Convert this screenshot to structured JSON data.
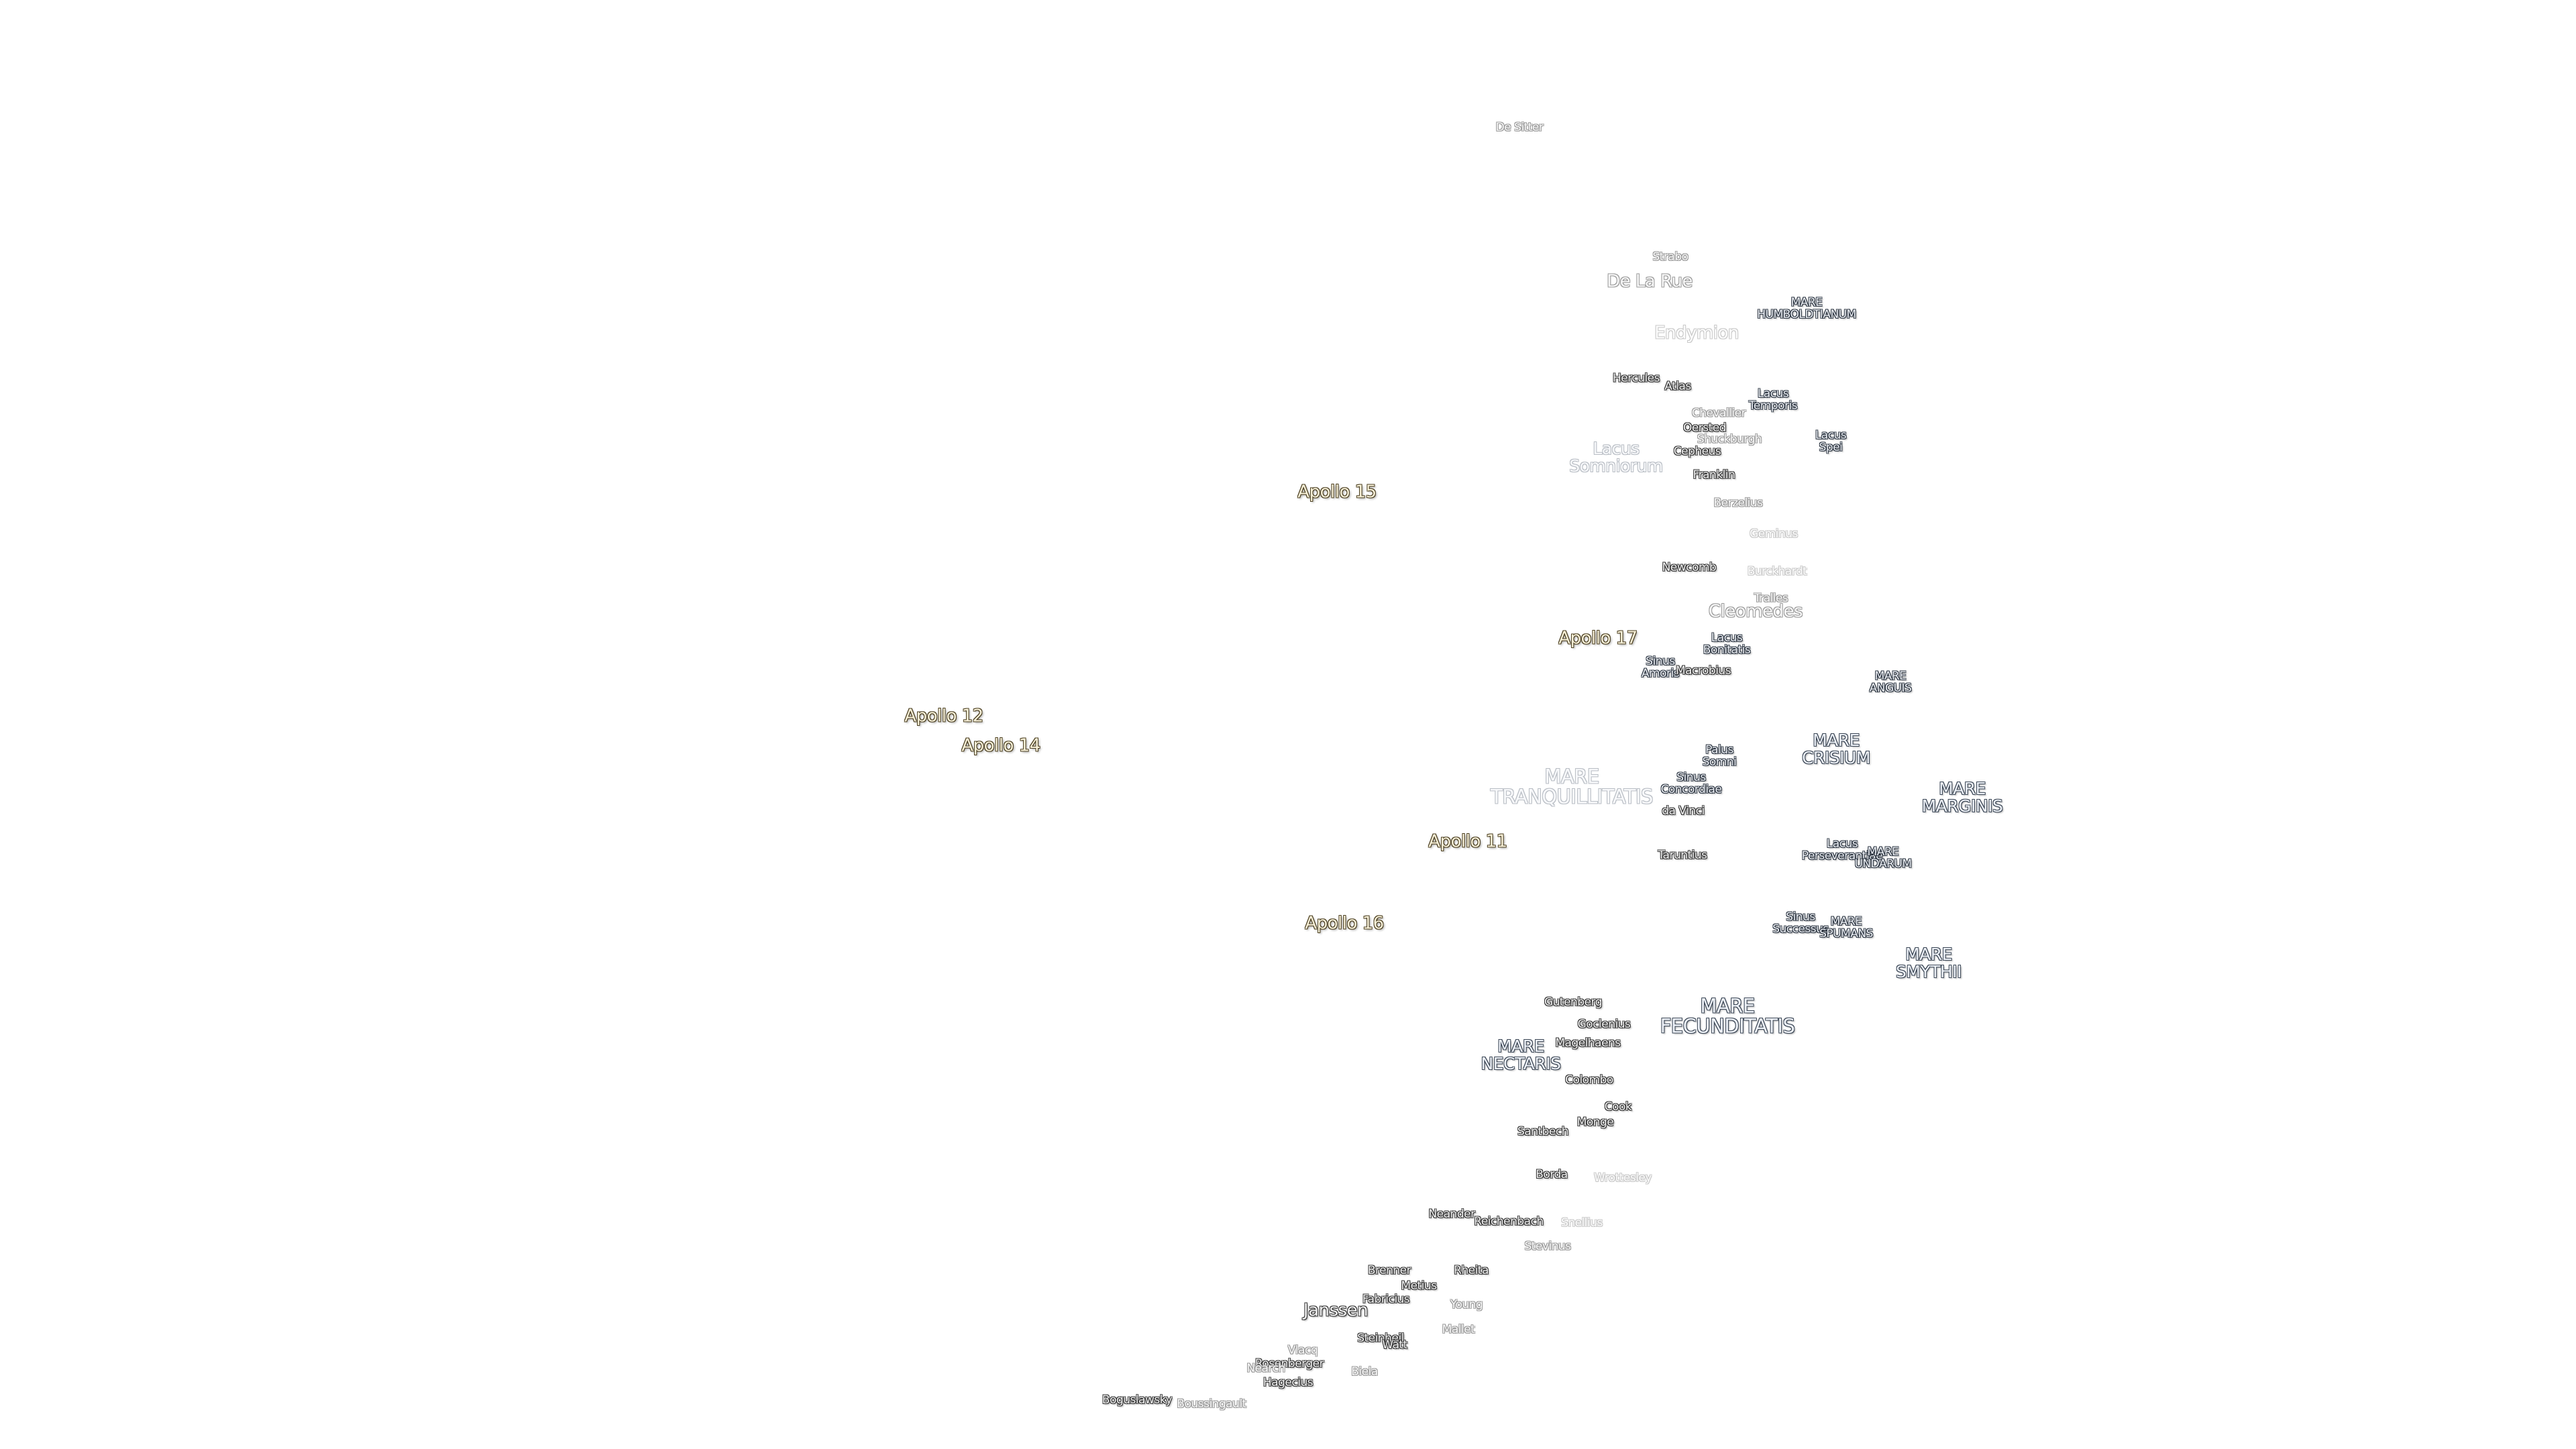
{
  "labels": [
    {
      "text": "De Sitter",
      "kind": "crater",
      "tone": "faint"
    },
    {
      "text": "Strabo",
      "kind": "crater",
      "tone": "faint"
    },
    {
      "text": "De La Rue",
      "kind": "crater",
      "tone": "faint",
      "size": "big"
    },
    {
      "text": "MARE\nHUMBOLDTIANUM",
      "kind": "sea",
      "tone": "normal"
    },
    {
      "text": "Endymion",
      "kind": "crater",
      "tone": "faintest",
      "size": "big"
    },
    {
      "text": "Hercules",
      "kind": "crater",
      "tone": "normal"
    },
    {
      "text": "Atlas",
      "kind": "crater",
      "tone": "normal"
    },
    {
      "text": "Lacus\nTemporis",
      "kind": "sea",
      "tone": "normal"
    },
    {
      "text": "Chevallier",
      "kind": "crater",
      "tone": "faint"
    },
    {
      "text": "Oersted",
      "kind": "crater",
      "tone": "normal"
    },
    {
      "text": "Shuckburgh",
      "kind": "crater",
      "tone": "faint"
    },
    {
      "text": "Lacus\nSomniorum",
      "kind": "mare",
      "tone": "faint"
    },
    {
      "text": "Cepheus",
      "kind": "crater",
      "tone": "normal"
    },
    {
      "text": "Lacus\nSpei",
      "kind": "sea",
      "tone": "normal"
    },
    {
      "text": "Franklin",
      "kind": "crater",
      "tone": "normal"
    },
    {
      "text": "Apollo 15",
      "kind": "apollo",
      "tone": "normal"
    },
    {
      "text": "Berzelius",
      "kind": "crater",
      "tone": "faint"
    },
    {
      "text": "Geminus",
      "kind": "crater",
      "tone": "faintest"
    },
    {
      "text": "Newcomb",
      "kind": "crater",
      "tone": "normal"
    },
    {
      "text": "Burckhardt",
      "kind": "crater",
      "tone": "faintest"
    },
    {
      "text": "Tralles",
      "kind": "crater",
      "tone": "faint"
    },
    {
      "text": "Cleomedes",
      "kind": "crater",
      "tone": "faint",
      "size": "big"
    },
    {
      "text": "Apollo 17",
      "kind": "apollo",
      "tone": "normal"
    },
    {
      "text": "Lacus\nBonitatis",
      "kind": "sea",
      "tone": "normal"
    },
    {
      "text": "Sinus\nAmoris",
      "kind": "sea",
      "tone": "normal"
    },
    {
      "text": "Macrobius",
      "kind": "crater",
      "tone": "normal"
    },
    {
      "text": "MARE\nANGUIS",
      "kind": "sea",
      "tone": "normal"
    },
    {
      "text": "Apollo 12",
      "kind": "apollo",
      "tone": "normal"
    },
    {
      "text": "Apollo 14",
      "kind": "apollo",
      "tone": "normal"
    },
    {
      "text": "MARE\nCRISIUM",
      "kind": "mare",
      "tone": "normal"
    },
    {
      "text": "Palus\nSomni",
      "kind": "sea",
      "tone": "normal"
    },
    {
      "text": "MARE\nTRANQUILLITATIS",
      "kind": "mare",
      "tone": "faint",
      "size": "xl"
    },
    {
      "text": "Sinus\nConcordiae",
      "kind": "sea",
      "tone": "normal"
    },
    {
      "text": "MARE\nMARGINIS",
      "kind": "mare",
      "tone": "normal"
    },
    {
      "text": "da Vinci",
      "kind": "crater",
      "tone": "normal"
    },
    {
      "text": "Apollo 11",
      "kind": "apollo",
      "tone": "normal"
    },
    {
      "text": "Taruntius",
      "kind": "crater",
      "tone": "normal"
    },
    {
      "text": "Lacus\nPerseverantiae",
      "kind": "sea",
      "tone": "normal"
    },
    {
      "text": "MARE\nUNDARUM",
      "kind": "sea",
      "tone": "normal"
    },
    {
      "text": "Apollo 16",
      "kind": "apollo",
      "tone": "normal"
    },
    {
      "text": "Sinus\nSuccessus",
      "kind": "sea",
      "tone": "normal"
    },
    {
      "text": "MARE\nSPUMANS",
      "kind": "sea",
      "tone": "normal"
    },
    {
      "text": "MARE\nSMYTHII",
      "kind": "mare",
      "tone": "normal"
    },
    {
      "text": "Gutenberg",
      "kind": "crater",
      "tone": "normal"
    },
    {
      "text": "MARE\nFECUNDITATIS",
      "kind": "mare",
      "tone": "normal",
      "size": "xl"
    },
    {
      "text": "Goclenius",
      "kind": "crater",
      "tone": "normal"
    },
    {
      "text": "Magelhaens",
      "kind": "crater",
      "tone": "normal"
    },
    {
      "text": "MARE\nNECTARIS",
      "kind": "mare",
      "tone": "normal"
    },
    {
      "text": "Colombo",
      "kind": "crater",
      "tone": "normal"
    },
    {
      "text": "Cook",
      "kind": "crater",
      "tone": "normal"
    },
    {
      "text": "Monge",
      "kind": "crater",
      "tone": "normal"
    },
    {
      "text": "Santbech",
      "kind": "crater",
      "tone": "normal"
    },
    {
      "text": "Borda",
      "kind": "crater",
      "tone": "normal"
    },
    {
      "text": "Wrottesley",
      "kind": "crater",
      "tone": "faintest"
    },
    {
      "text": "Neander",
      "kind": "crater",
      "tone": "normal"
    },
    {
      "text": "Reichenbach",
      "kind": "crater",
      "tone": "normal"
    },
    {
      "text": "Snellius",
      "kind": "crater",
      "tone": "faintest"
    },
    {
      "text": "Stevinus",
      "kind": "crater",
      "tone": "faint"
    },
    {
      "text": "Brenner",
      "kind": "crater",
      "tone": "normal"
    },
    {
      "text": "Rheita",
      "kind": "crater",
      "tone": "normal"
    },
    {
      "text": "Metius",
      "kind": "crater",
      "tone": "normal"
    },
    {
      "text": "Fabricius",
      "kind": "crater",
      "tone": "normal"
    },
    {
      "text": "Janssen",
      "kind": "crater",
      "tone": "normal",
      "size": "big"
    },
    {
      "text": "Young",
      "kind": "crater",
      "tone": "faint"
    },
    {
      "text": "Steinheil",
      "kind": "crater",
      "tone": "normal"
    },
    {
      "text": "Watt",
      "kind": "crater",
      "tone": "normal"
    },
    {
      "text": "Mallet",
      "kind": "crater",
      "tone": "faint"
    },
    {
      "text": "Vlacq",
      "kind": "crater",
      "tone": "faint"
    },
    {
      "text": "Rosenberger",
      "kind": "crater",
      "tone": "normal"
    },
    {
      "text": "Nearch",
      "kind": "crater",
      "tone": "faint"
    },
    {
      "text": "Biela",
      "kind": "crater",
      "tone": "faint"
    },
    {
      "text": "Hagecius",
      "kind": "crater",
      "tone": "normal"
    },
    {
      "text": "Boguslawsky",
      "kind": "crater",
      "tone": "normal"
    },
    {
      "text": "Boussingault",
      "kind": "crater",
      "tone": "faint"
    }
  ]
}
